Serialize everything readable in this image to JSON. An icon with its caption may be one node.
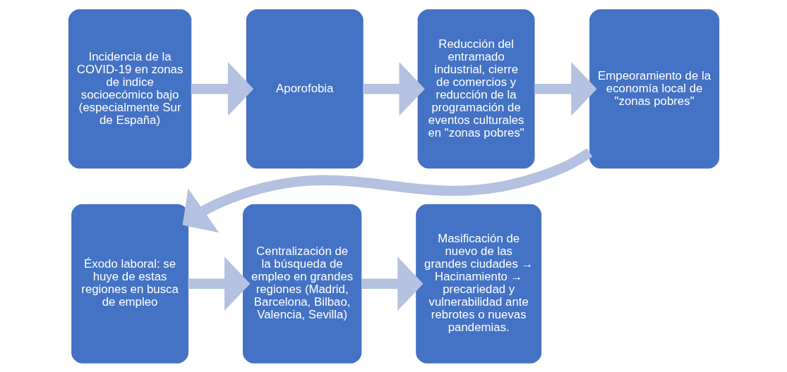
{
  "diagram": {
    "nodes": [
      {
        "text": [
          "Incidencia de la COVID-19 en zonas de indice socioecómico bajo (especialmente Sur de España)"
        ]
      },
      {
        "text": [
          "Aporofobia"
        ]
      },
      {
        "text": [
          "Reducción del entramado industrial, cierre de comercios y reducción de la programación de eventos culturales en \"zonas pobres\""
        ]
      },
      {
        "text": [
          "Empeoramiento de la economía local de \"zonas pobres\""
        ]
      },
      {
        "text": [
          "Éxodo laboral: se huye de estas regiones en busca de empleo"
        ]
      },
      {
        "text": [
          "Centralización de la búsqueda de empleo en grandes regiones (Madrid, Barcelona, Bilbao, Valencia, Sevilla)"
        ]
      },
      {
        "text": [
          "Masificación de nuevo de las grandes ciudades → Hacinamiento → precariedad y vulnerabilidad ante rebrotes o nuevas pandemias."
        ]
      }
    ],
    "edges": [
      {
        "from": 0,
        "to": 1,
        "arrow": "to"
      },
      {
        "from": 1,
        "to": 2,
        "arrow": "to"
      },
      {
        "from": 2,
        "to": 3,
        "arrow": "to"
      },
      {
        "from": 3,
        "to": 4,
        "arrow": "to"
      },
      {
        "from": 4,
        "to": 5,
        "arrow": "to"
      },
      {
        "from": 5,
        "to": 6,
        "arrow": "to"
      }
    ]
  }
}
